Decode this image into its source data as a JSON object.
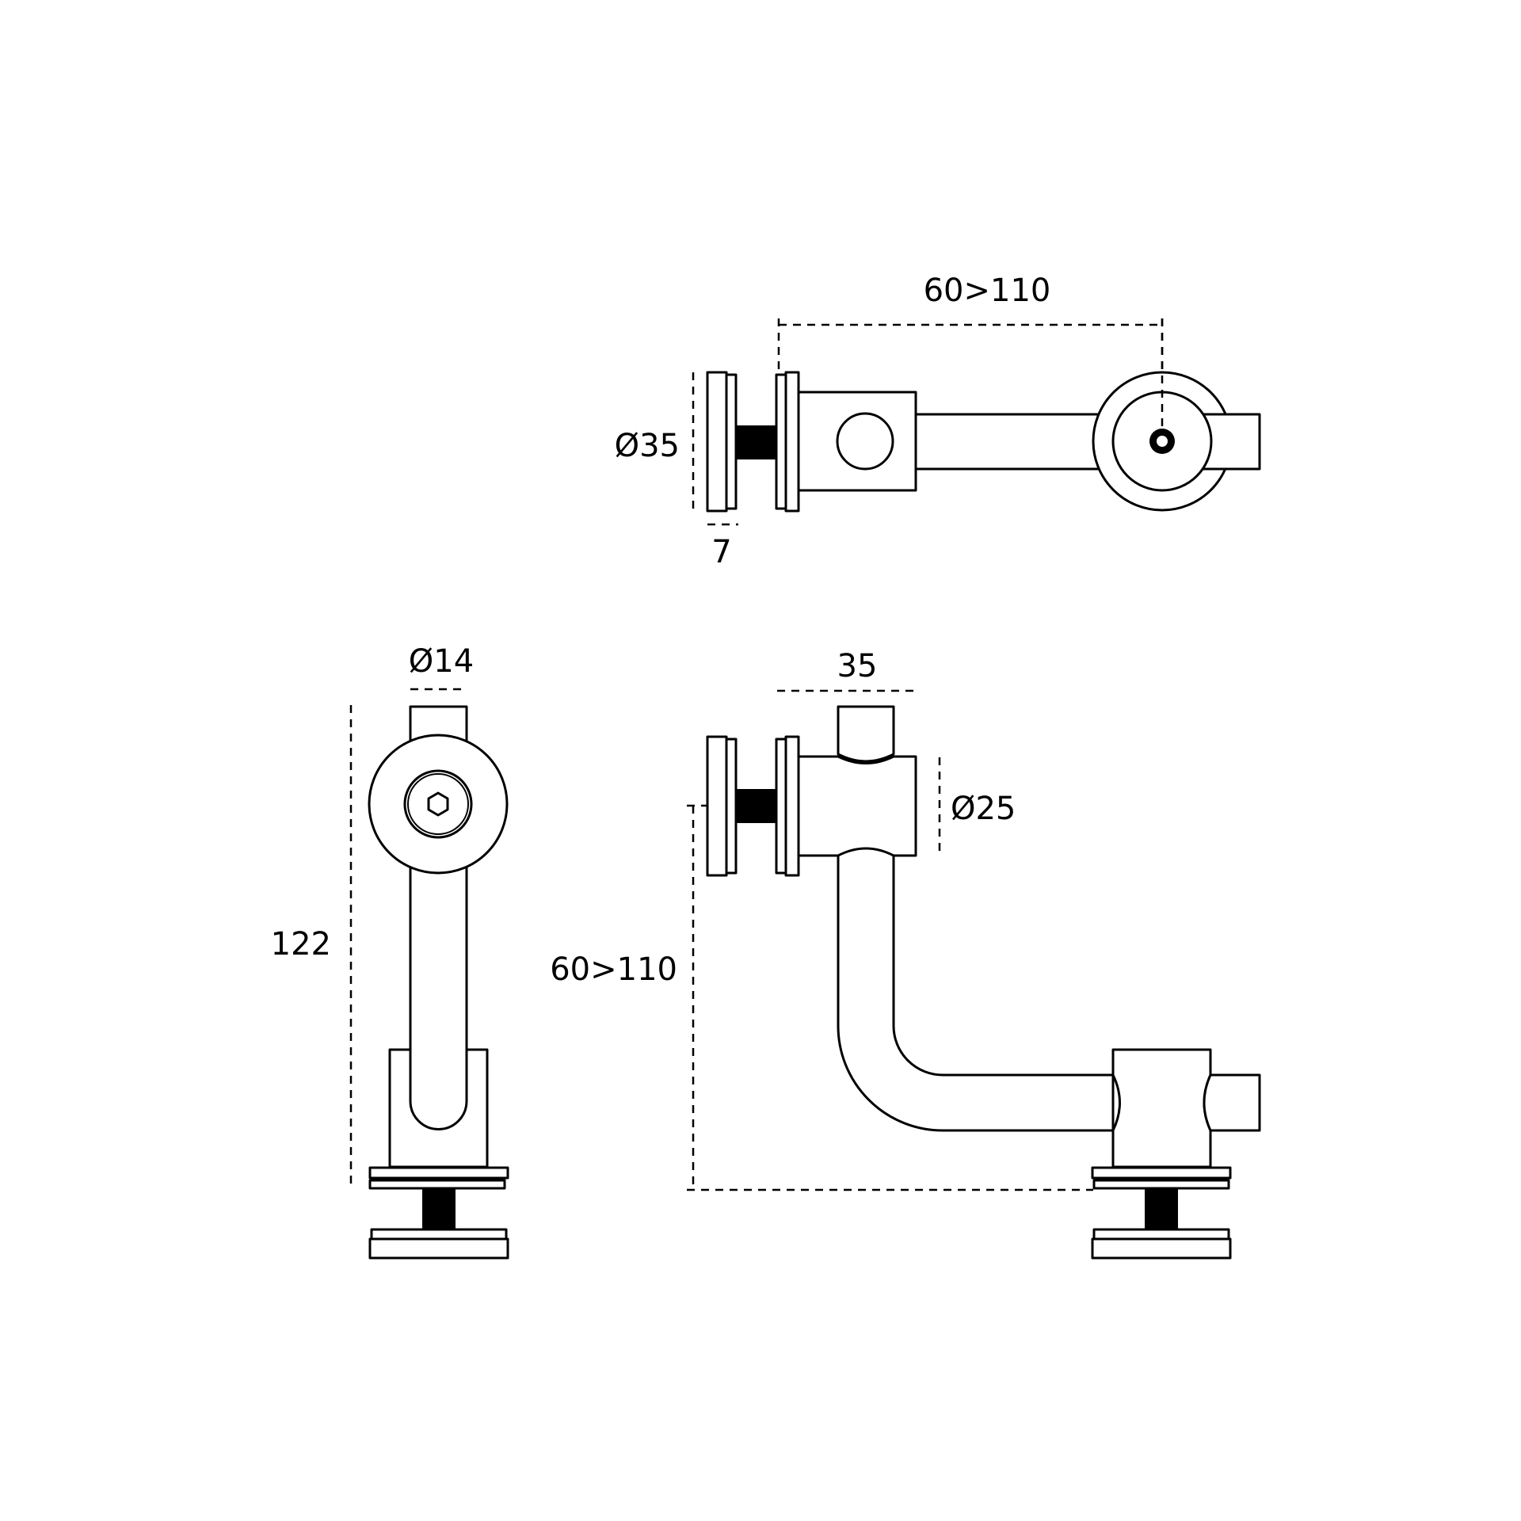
{
  "drawing": {
    "top_view": {
      "span_label": "60>110",
      "disc_diameter_label": "Ø35",
      "disc_thickness_label": "7"
    },
    "side_view": {
      "pin_diameter_label": "Ø14",
      "height_label": "122"
    },
    "front_view": {
      "body_width_label": "35",
      "body_diameter_label": "Ø25",
      "drop_label": "60>110"
    }
  },
  "colors": {
    "line": "#000000",
    "background": "#ffffff"
  }
}
